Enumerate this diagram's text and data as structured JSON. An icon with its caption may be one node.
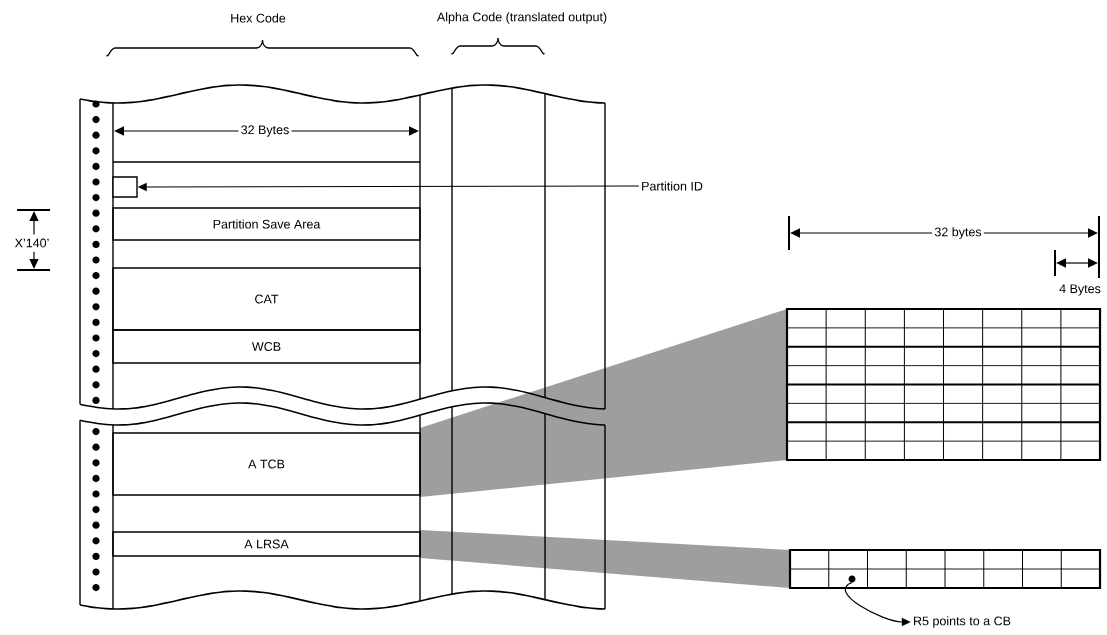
{
  "diagram": {
    "nodes": [
      {
        "text": [],
        "shape": "box"
      },
      {
        "text": [
          "Partition ID"
        ]
      },
      {
        "text": [
          "Partition Save Area"
        ]
      },
      {
        "text": [
          "CAT"
        ]
      },
      {
        "text": [
          "WCB"
        ]
      },
      {
        "text": [
          "A TCB"
        ]
      },
      {
        "text": [
          "A LRSA"
        ]
      },
      {
        "text": [],
        "shape": "box"
      },
      {
        "text": [],
        "shape": "box"
      },
      {
        "text": [
          "R5 points to a CB"
        ]
      }
    ],
    "edges": [
      {
        "from": 1,
        "to": 0,
        "arrow": "to"
      },
      {
        "from": 8,
        "to": 9,
        "arrow": "to"
      }
    ],
    "labels": [
      "Hex Code",
      "Alpha Code (translated output)",
      "32 Bytes",
      "X’140’",
      "32 bytes",
      "4 Bytes"
    ]
  }
}
